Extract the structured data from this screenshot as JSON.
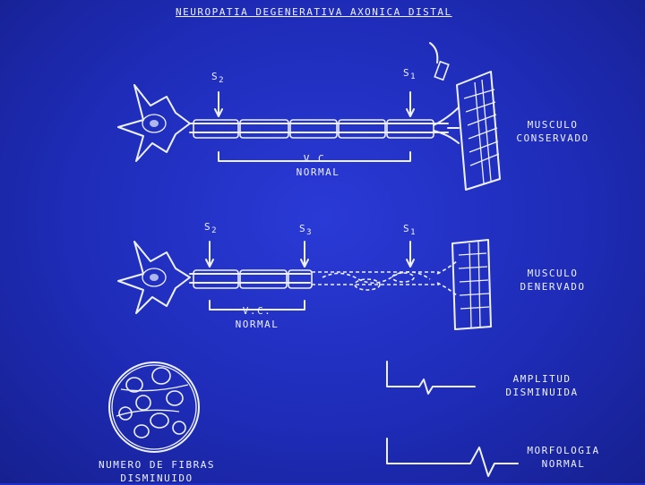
{
  "title": "NEUROPATIA DEGENERATIVA AXONICA DISTAL",
  "top_diagram": {
    "stim_left": "S",
    "stim_left_sub": "2",
    "stim_right": "S",
    "stim_right_sub": "1",
    "vc_line1": "V.C.",
    "vc_line2": "NORMAL",
    "muscle_line1": "MUSCULO",
    "muscle_line2": "CONSERVADO"
  },
  "bottom_diagram": {
    "stim_left": "S",
    "stim_left_sub": "2",
    "stim_mid": "S",
    "stim_mid_sub": "3",
    "stim_right": "S",
    "stim_right_sub": "1",
    "vc_line1": "V.C.",
    "vc_line2": "NORMAL",
    "muscle_line1": "MUSCULO",
    "muscle_line2": "DENERVADO"
  },
  "fiber_section": {
    "line1": "NUMERO DE FIBRAS",
    "line2": "DISMINUIDO"
  },
  "wave_amplitude": {
    "line1": "AMPLITUD",
    "line2": "DISMINUIDA"
  },
  "wave_morphology": {
    "line1": "MORFOLOGIA",
    "line2": "NORMAL"
  },
  "colors": {
    "background": "#1f2fc4",
    "drawing": "#eef1ff"
  }
}
